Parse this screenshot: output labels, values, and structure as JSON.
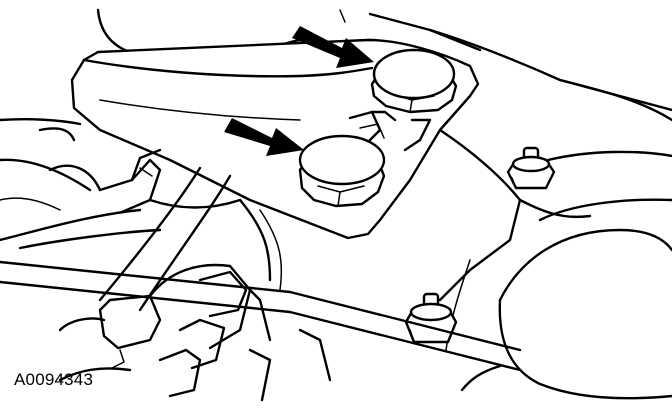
{
  "figure": {
    "reference_code": "A0094343"
  },
  "callouts": [
    {
      "points_to": "upper-bolt",
      "icon": "arrow-icon"
    },
    {
      "points_to": "lower-bolt",
      "icon": "arrow-icon"
    }
  ]
}
